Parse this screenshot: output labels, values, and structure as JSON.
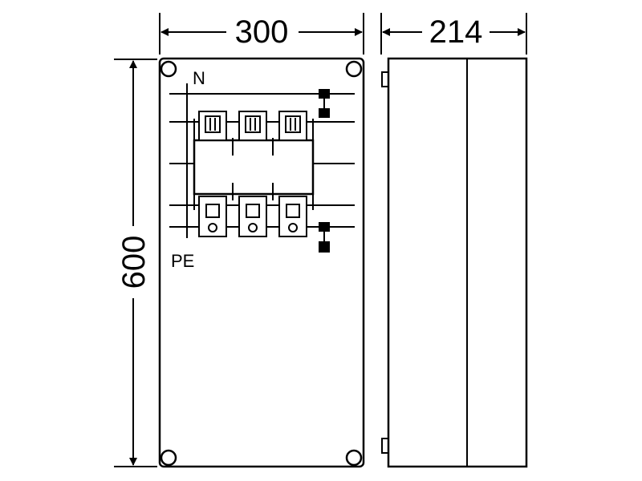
{
  "dimensions": {
    "width": "300",
    "depth": "214",
    "height": "600"
  },
  "labels": {
    "neutral": "N",
    "protective_earth": "PE"
  }
}
